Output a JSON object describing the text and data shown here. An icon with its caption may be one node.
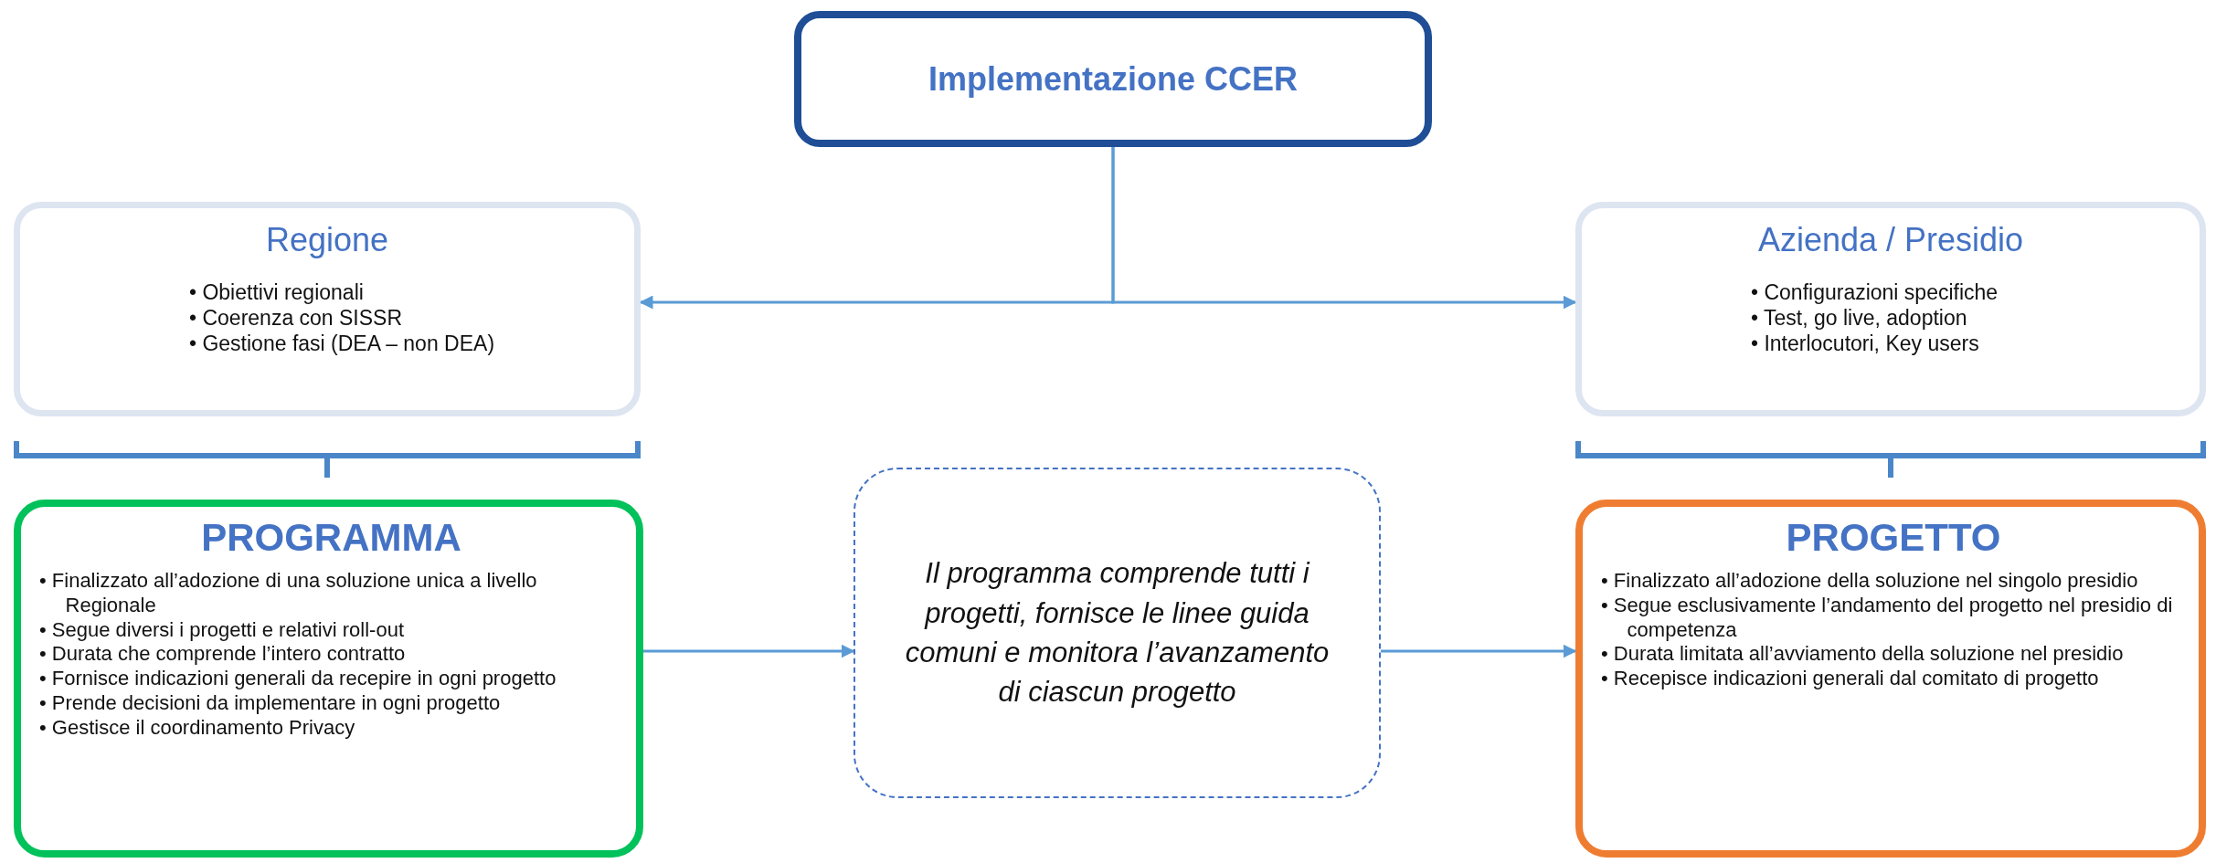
{
  "diagram": {
    "nodes": [
      {
        "text": [
          "Implementazione CCER"
        ]
      },
      {
        "text": [
          "Regione",
          "• Obiettivi regionali",
          "• Coerenza con SISSR",
          "• Gestione fasi (DEA – non DEA)"
        ]
      },
      {
        "text": [
          "Azienda / Presidio",
          "• Configurazioni specifiche",
          "• Test, go live, adoption",
          "• Interlocutori, Key users"
        ]
      },
      {
        "text": [
          "PROGRAMMA",
          "• Finalizzato all’adozione di una soluzione unica a livello Regionale",
          "• Segue diversi i progetti e relativi roll-out",
          "• Durata che comprende l’intero contratto",
          "• Fornisce indicazioni generali da recepire in ogni progetto",
          "• Prende decisioni da implementare in ogni progetto",
          "• Gestisce il coordinamento Privacy"
        ]
      },
      {
        "text": [
          "Il programma comprende tutti i progetti, fornisce le linee guida comuni e monitora l’avanzamento di ciascun progetto"
        ]
      },
      {
        "text": [
          "PROGETTO",
          "• Finalizzato all’adozione della soluzione nel singolo presidio",
          "• Segue esclusivamente l’andamento del progetto nel presidio di competenza",
          "• Durata limitata all’avviamento della soluzione nel presidio",
          "• Recepisce indicazioni generali dal comitato di progetto"
        ]
      }
    ],
    "edges": [
      {
        "from": 0,
        "to": 1,
        "arrow": "to"
      },
      {
        "from": 0,
        "to": 2,
        "arrow": "to"
      },
      {
        "from": 3,
        "to": 4,
        "arrow": "to"
      },
      {
        "from": 4,
        "to": 5,
        "arrow": "to"
      }
    ]
  }
}
